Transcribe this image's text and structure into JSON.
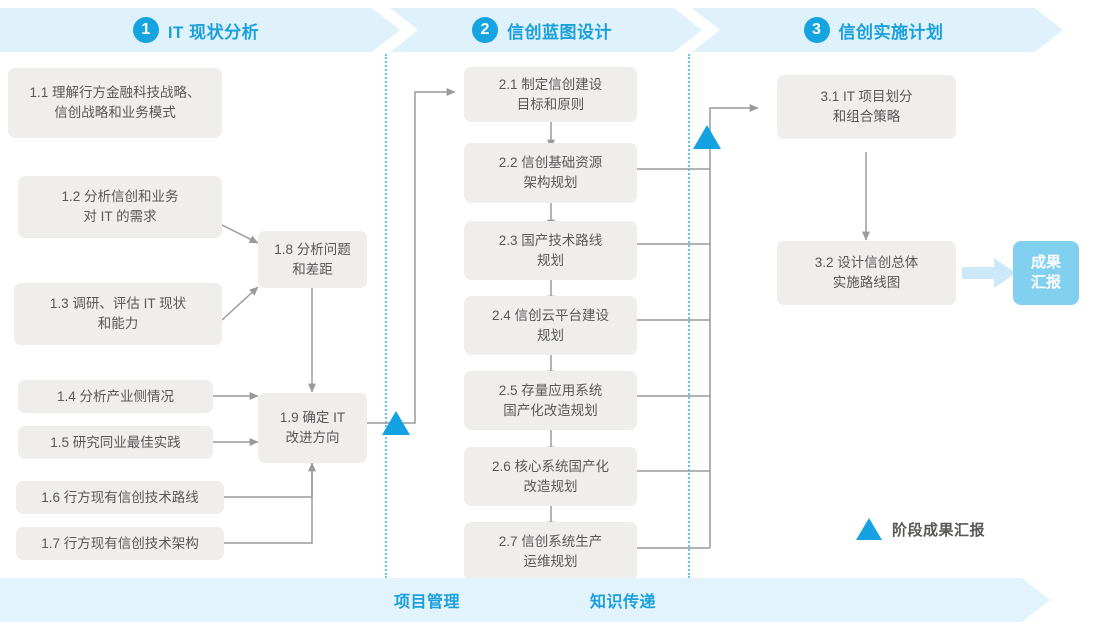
{
  "phases": [
    {
      "number": "1",
      "title": "IT 现状分析"
    },
    {
      "number": "2",
      "title": "信创蓝图设计"
    },
    {
      "number": "3",
      "title": "信创实施计划"
    }
  ],
  "boxes": {
    "p1": [
      {
        "id": "1.1",
        "text": "1.1 理解行方金融科技战略、\n信创战略和业务模式"
      },
      {
        "id": "1.2",
        "text": "1.2 分析信创和业务\n对 IT 的需求"
      },
      {
        "id": "1.3",
        "text": "1.3 调研、评估 IT 现状\n和能力"
      },
      {
        "id": "1.4",
        "text": "1.4 分析产业侧情况"
      },
      {
        "id": "1.5",
        "text": "1.5 研究同业最佳实践"
      },
      {
        "id": "1.6",
        "text": "1.6 行方现有信创技术路线"
      },
      {
        "id": "1.7",
        "text": "1.7 行方现有信创技术架构"
      },
      {
        "id": "1.8",
        "text": "1.8 分析问题\n和差距"
      },
      {
        "id": "1.9",
        "text": "1.9 确定 IT\n改进方向"
      }
    ],
    "p2": [
      {
        "id": "2.1",
        "text": "2.1 制定信创建设\n目标和原则"
      },
      {
        "id": "2.2",
        "text": "2.2 信创基础资源\n架构规划"
      },
      {
        "id": "2.3",
        "text": "2.3 国产技术路线\n规划"
      },
      {
        "id": "2.4",
        "text": "2.4 信创云平台建设\n规划"
      },
      {
        "id": "2.5",
        "text": "2.5 存量应用系统\n国产化改造规划"
      },
      {
        "id": "2.6",
        "text": "2.6 核心系统国产化\n改造规划"
      },
      {
        "id": "2.7",
        "text": "2.7 信创系统生产\n运维规划"
      }
    ],
    "p3": [
      {
        "id": "3.1",
        "text": "3.1 IT 项目划分\n和组合策略"
      },
      {
        "id": "3.2",
        "text": "3.2 设计信创总体\n实施路线图"
      }
    ]
  },
  "result": {
    "text": "成果\n汇报"
  },
  "legend": {
    "icon": "triangle-milestone-icon",
    "label": "阶段成果汇报"
  },
  "footer": {
    "items": [
      "项目管理",
      "知识传递"
    ]
  },
  "colors": {
    "accent_blue": "#1aa0dd",
    "circle_blue": "#16a4e0",
    "header_band": "#dff1fb",
    "box_gray": "#efeeed",
    "box_text": "#595757",
    "result_blue": "#82d0f0",
    "pale_arrow_blue": "#cbe9f9",
    "milestone_triangle": "#14a2e2",
    "wire_gray": "#9a9a9a",
    "dotted_separator": "#63c6ea",
    "footer_band": "#e2f3fb"
  }
}
